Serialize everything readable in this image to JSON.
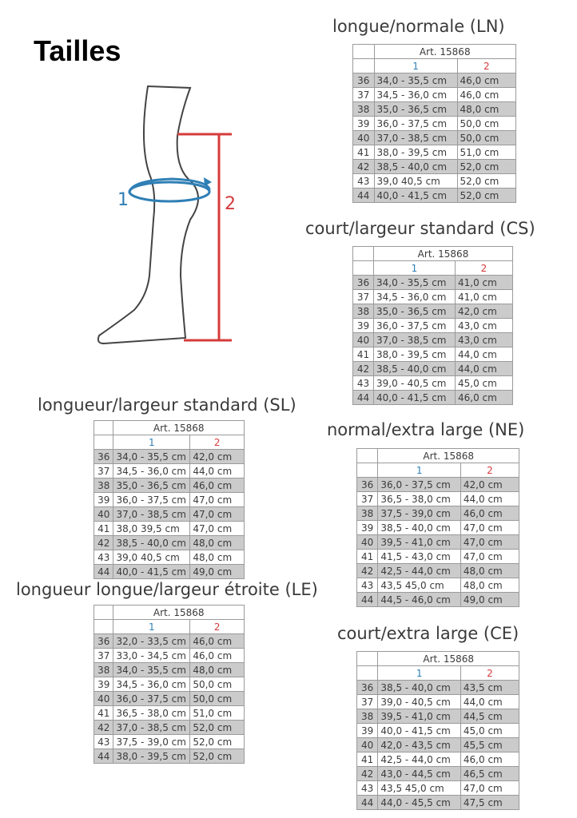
{
  "title": "Tailles",
  "diagram": {
    "label1": "1",
    "label2": "2"
  },
  "colors": {
    "circumference": "#2f7fb5",
    "length": "#d63b3b",
    "row_dark": "#cbcbcb",
    "text": "#3a3a3a"
  },
  "tables": [
    {
      "id": "ln",
      "title": "longue/normale (LN)",
      "art": "Art. 15868",
      "col1": "1",
      "col2": "2",
      "rows": [
        [
          "36",
          "34,0 - 35,5 cm",
          "46,0 cm"
        ],
        [
          "37",
          "34,5 - 36,0 cm",
          "46,0 cm"
        ],
        [
          "38",
          "35,0 - 36,5 cm",
          "48,0 cm"
        ],
        [
          "39",
          "36,0 - 37,5 cm",
          "50,0 cm"
        ],
        [
          "40",
          "37,0 - 38,5 cm",
          "50,0 cm"
        ],
        [
          "41",
          "38,0 - 39,5 cm",
          "51,0 cm"
        ],
        [
          "42",
          "38,5 - 40,0 cm",
          "52,0 cm"
        ],
        [
          "43",
          "39,0   40,5 cm",
          "52,0 cm"
        ],
        [
          "44",
          "40,0 - 41,5 cm",
          "52,0 cm"
        ]
      ]
    },
    {
      "id": "cs",
      "title": "court/largeur standard (CS)",
      "art": "Art. 15868",
      "col1": "1",
      "col2": "2",
      "rows": [
        [
          "36",
          "34,0 - 35,5 cm",
          "41,0 cm"
        ],
        [
          "37",
          "34,5 - 36,0 cm",
          "41,0 cm"
        ],
        [
          "38",
          "35,0 - 36,5 cm",
          "42,0 cm"
        ],
        [
          "39",
          "36,0 - 37,5 cm",
          "43,0 cm"
        ],
        [
          "40",
          "37,0 - 38,5 cm",
          "43,0 cm"
        ],
        [
          "41",
          "38,0 - 39,5 cm",
          "44,0 cm"
        ],
        [
          "42",
          "38,5 - 40,0 cm",
          "44,0 cm"
        ],
        [
          "43",
          "39,0 - 40,5 cm",
          "45,0 cm"
        ],
        [
          "44",
          "40,0 - 41,5 cm",
          "46,0 cm"
        ]
      ]
    },
    {
      "id": "sl",
      "title": "longueur/largeur standard (SL)",
      "art": "Art. 15868",
      "col1": "1",
      "col2": "2",
      "rows": [
        [
          "36",
          "34,0 - 35,5 cm",
          "42,0 cm"
        ],
        [
          "37",
          "34,5 - 36,0 cm",
          "44,0 cm"
        ],
        [
          "38",
          "35,0 - 36,5 cm",
          "46,0 cm"
        ],
        [
          "39",
          "36,0 - 37,5 cm",
          "47,0 cm"
        ],
        [
          "40",
          "37,0 - 38,5 cm",
          "47,0 cm"
        ],
        [
          "41",
          "38,0   39,5 cm",
          "47,0 cm"
        ],
        [
          "42",
          "38,5 - 40,0 cm",
          "48,0 cm"
        ],
        [
          "43",
          "39,0   40,5 cm",
          "48,0 cm"
        ],
        [
          "44",
          "40,0 - 41,5 cm",
          "49,0 cm"
        ]
      ]
    },
    {
      "id": "ne",
      "title": "normal/extra large (NE)",
      "art": "Art. 15868",
      "col1": "1",
      "col2": "2",
      "rows": [
        [
          "36",
          "36,0 - 37,5 cm",
          "42,0 cm"
        ],
        [
          "37",
          "36,5 - 38,0 cm",
          "44,0 cm"
        ],
        [
          "38",
          "37,5 - 39,0 cm",
          "46,0 cm"
        ],
        [
          "39",
          "38,5 - 40,0 cm",
          "47,0 cm"
        ],
        [
          "40",
          "39,5 - 41,0 cm",
          "47,0 cm"
        ],
        [
          "41",
          "41,5 - 43,0 cm",
          "47,0 cm"
        ],
        [
          "42",
          "42,5 - 44,0 cm",
          "48,0 cm"
        ],
        [
          "43",
          "43,5   45,0 cm",
          "48,0 cm"
        ],
        [
          "44",
          "44,5 - 46,0 cm",
          "49,0 cm"
        ]
      ]
    },
    {
      "id": "le",
      "title": "longueur longue/largeur étroite (LE)",
      "art": "Art. 15868",
      "col1": "1",
      "col2": "2",
      "rows": [
        [
          "36",
          "32,0 - 33,5 cm",
          "46,0 cm"
        ],
        [
          "37",
          "33,0 - 34,5 cm",
          "46,0 cm"
        ],
        [
          "38",
          "34,0 - 35,5 cm",
          "48,0 cm"
        ],
        [
          "39",
          "34,5 - 36,0 cm",
          "50,0 cm"
        ],
        [
          "40",
          "36,0 - 37,5 cm",
          "50,0 cm"
        ],
        [
          "41",
          "36,5 - 38,0 cm",
          "51,0 cm"
        ],
        [
          "42",
          "37,0 - 38,5 cm",
          "52,0 cm"
        ],
        [
          "43",
          "37,5 - 39,0 cm",
          "52,0 cm"
        ],
        [
          "44",
          "38,0 - 39,5 cm",
          "52,0 cm"
        ]
      ]
    },
    {
      "id": "ce",
      "title": "court/extra large (CE)",
      "art": "Art. 15868",
      "col1": "1",
      "col2": "2",
      "rows": [
        [
          "36",
          "38,5 - 40,0 cm",
          "43,5 cm"
        ],
        [
          "37",
          "39,0 - 40,5 cm",
          "44,0 cm"
        ],
        [
          "38",
          "39,5 - 41,0 cm",
          "44,5 cm"
        ],
        [
          "39",
          "40,0 - 41,5 cm",
          "45,0 cm"
        ],
        [
          "40",
          "42,0 - 43,5 cm",
          "45,5 cm"
        ],
        [
          "41",
          "42,5 - 44,0 cm",
          "46,0 cm"
        ],
        [
          "42",
          "43,0 - 44,5 cm",
          "46,5 cm"
        ],
        [
          "43",
          "43,5   45,0 cm",
          "47,0 cm"
        ],
        [
          "44",
          "44,0 - 45,5 cm",
          "47,5 cm"
        ]
      ]
    }
  ]
}
